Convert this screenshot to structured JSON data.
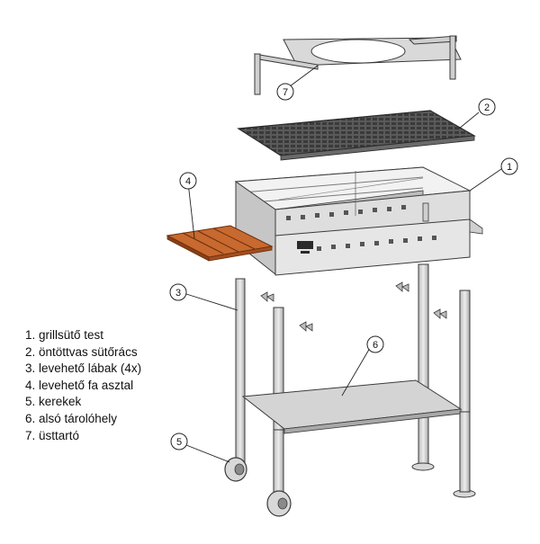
{
  "callouts": [
    "1",
    "2",
    "3",
    "4",
    "5",
    "6",
    "7"
  ],
  "legend": [
    "1. grillsütő test",
    "2. öntöttvas sütőrács",
    "3. levehető lábak (4x)",
    "4. levehető fa asztal",
    "5. kerekek",
    "6. alsó tárolóhely",
    "7. üsttartó"
  ],
  "colors": {
    "steel_light": "#e4e4e4",
    "steel_mid": "#c9c9c9",
    "steel_dark": "#8f8f8f",
    "grate": "#4a4a4a",
    "wood": "#c8692f",
    "wood_dark": "#8a3f15",
    "outline": "#3a3a3a"
  }
}
